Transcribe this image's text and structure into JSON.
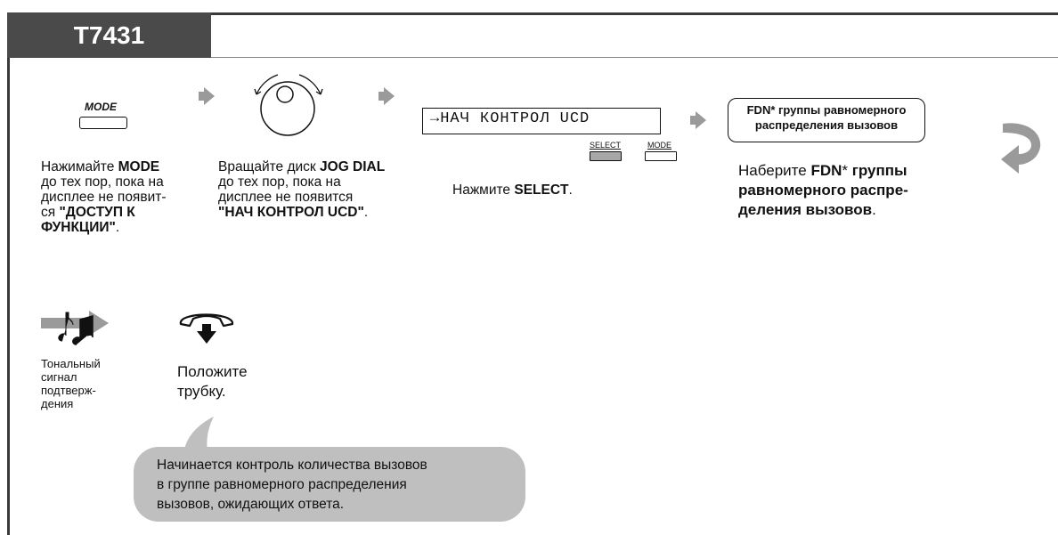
{
  "header": {
    "model": "T7431"
  },
  "steps": {
    "mode": {
      "key_label": "MODE",
      "t1": "Нажимайте ",
      "b1": "MODE",
      "t2": "до тех пор, пока на",
      "t3": "дисплее не появит-",
      "t4": "ся ",
      "b2": "\"ДОСТУП К",
      "b3": "ФУНКЦИИ\"",
      "t5": "."
    },
    "jog": {
      "t1": "Вращайте диск ",
      "b1": "JOG DIAL",
      "t2": "до тех пор, пока на",
      "t3": "дисплее не появится",
      "b2": "\"НАЧ КОНТРОЛ UCD\"",
      "t4": "."
    },
    "select": {
      "lcd_text": "→НАЧ КОНТРОЛ UCD",
      "select_key": "SELECT",
      "mode_key": "MODE",
      "t1": "Нажмите ",
      "b1": "SELECT",
      "t2": "."
    },
    "fdn": {
      "box_line1": "FDN* группы равномерного",
      "box_line2": "распределения вызовов",
      "t1": "Наберите ",
      "b1": "FDN",
      "t2": "* ",
      "b2": "группы",
      "b3": "равномерного распре-",
      "b4": "деления вызовов",
      "t3": "."
    }
  },
  "tone": {
    "l1": "Тональный",
    "l2": "сигнал",
    "l3": "подтверж-",
    "l4": "дения"
  },
  "hangup": {
    "l1": "Положите",
    "l2": "трубку."
  },
  "note": {
    "l1": "Начинается контроль количества вызовов",
    "l2": "в группе равномерного распределения",
    "l3": "вызовов, ожидающих ответа."
  },
  "colors": {
    "tab_bg": "#4a4a4a",
    "arrow": "#9a9a9a",
    "bubble": "#bfbfbf"
  }
}
